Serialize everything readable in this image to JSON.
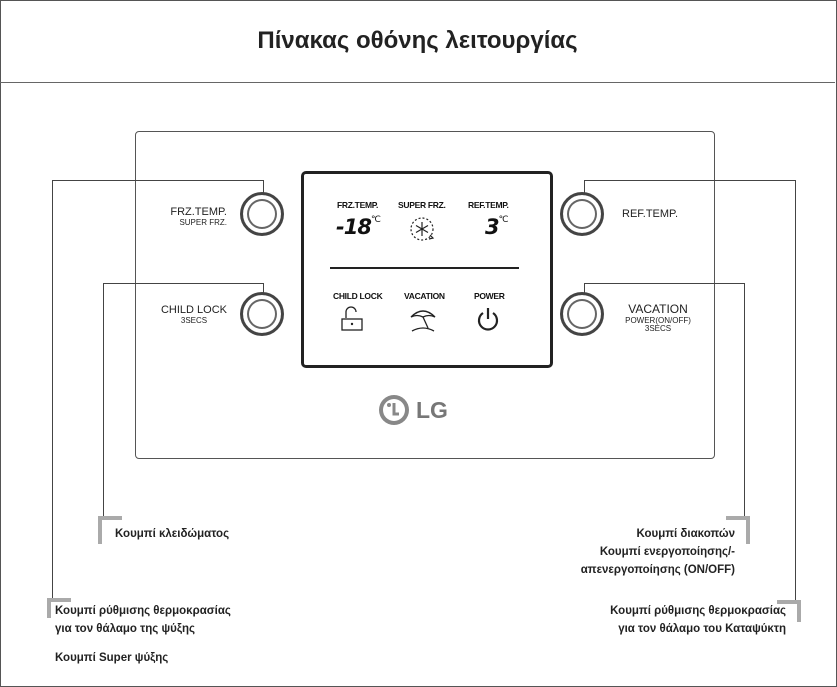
{
  "title": "Πίνακας οθόνης λειτουργίας",
  "panel": {
    "left_buttons": [
      {
        "label": "FRZ.TEMP.",
        "sub": "SUPER FRZ."
      },
      {
        "label": "CHILD LOCK",
        "sub": "3SECS"
      }
    ],
    "right_buttons": [
      {
        "label": "REF.TEMP.",
        "sub": ""
      },
      {
        "label": "VACATION",
        "sub1": "POWER(ON/OFF)",
        "sub2": "3SECS"
      }
    ],
    "display": {
      "frz_temp_label": "FRZ.TEMP.",
      "super_frz_label": "SUPER FRZ.",
      "ref_temp_label": "REF.TEMP.",
      "frz_value": "-18",
      "ref_value": "3",
      "unit": "°C",
      "child_lock_label": "CHILD LOCK",
      "vacation_label": "VACATION",
      "power_label": "POWER"
    },
    "brand": "LG"
  },
  "annotations": {
    "lock_button": "Κουμπί κλειδώματος",
    "vacation_button": "Κουμπί διακοπών",
    "power_button_line1": "Κουμπί ενεργοποίησης/-",
    "power_button_line2": "απενεργοποίησης (ON/OFF)",
    "fridge_temp_line1": "Κουμπί ρύθμισης θερμοκρασίας",
    "fridge_temp_line2": "για τον θάλαμο της ψύξης",
    "super_cool": "Κουμπί Super ψύξης",
    "freezer_temp_line1": "Κουμπί ρύθμισης θερμοκρασίας",
    "freezer_temp_line2": "για τον θάλαμο του Καταψύκτη"
  },
  "icons": [
    "snowflake-icon",
    "lock-icon",
    "umbrella-icon",
    "power-icon",
    "lg-logo-icon"
  ]
}
